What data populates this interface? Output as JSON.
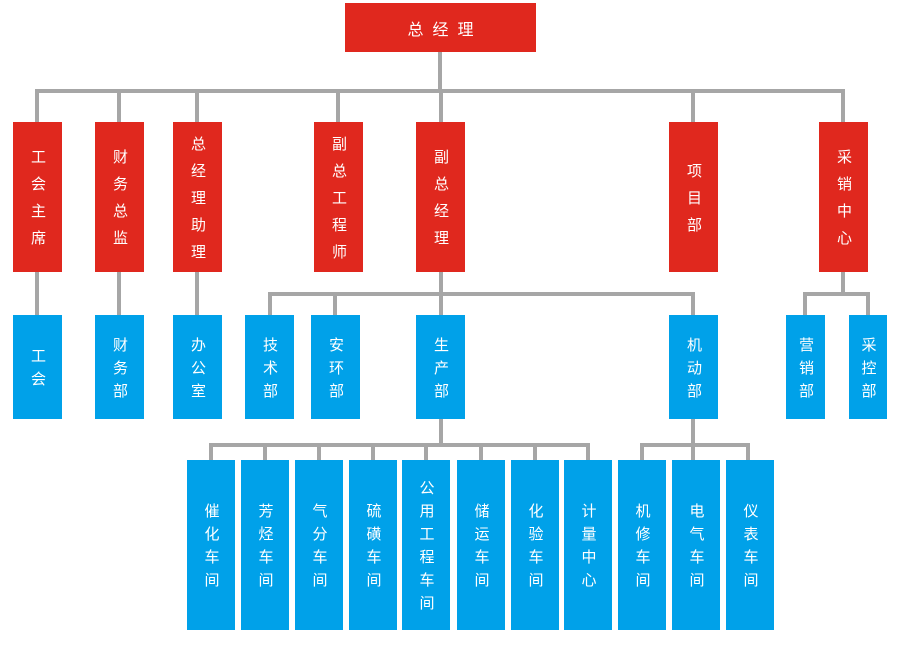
{
  "colors": {
    "leadership_box": "#e0281e",
    "department_box": "#00a1e9",
    "connector_line": "#a6a6a6",
    "label_text": "#ffffff",
    "background": "#ffffff"
  },
  "org": {
    "root": {
      "label": "总经理",
      "children": [
        {
          "label": "工会主席",
          "children": [
            {
              "label": "工会"
            }
          ]
        },
        {
          "label": "财务总监",
          "children": [
            {
              "label": "财务部"
            }
          ]
        },
        {
          "label": "总经理助理",
          "children": [
            {
              "label": "办公室"
            }
          ]
        },
        {
          "label": "副总工程师"
        },
        {
          "label": "副总经理",
          "children": [
            {
              "label": "技术部"
            },
            {
              "label": "安环部"
            },
            {
              "label": "生产部",
              "children": [
                {
                  "label": "催化车间"
                },
                {
                  "label": "芳烃车间"
                },
                {
                  "label": "气分车间"
                },
                {
                  "label": "硫磺车间"
                },
                {
                  "label": "公用工程车间"
                },
                {
                  "label": "储运车间"
                },
                {
                  "label": "化验车间"
                },
                {
                  "label": "计量中心"
                }
              ]
            },
            {
              "label": "机动部",
              "children": [
                {
                  "label": "机修车间"
                },
                {
                  "label": "电气车间"
                },
                {
                  "label": "仪表车间"
                }
              ]
            }
          ]
        },
        {
          "label": "项目部"
        },
        {
          "label": "采销中心",
          "children": [
            {
              "label": "营销部"
            },
            {
              "label": "采控部"
            }
          ]
        }
      ]
    }
  }
}
